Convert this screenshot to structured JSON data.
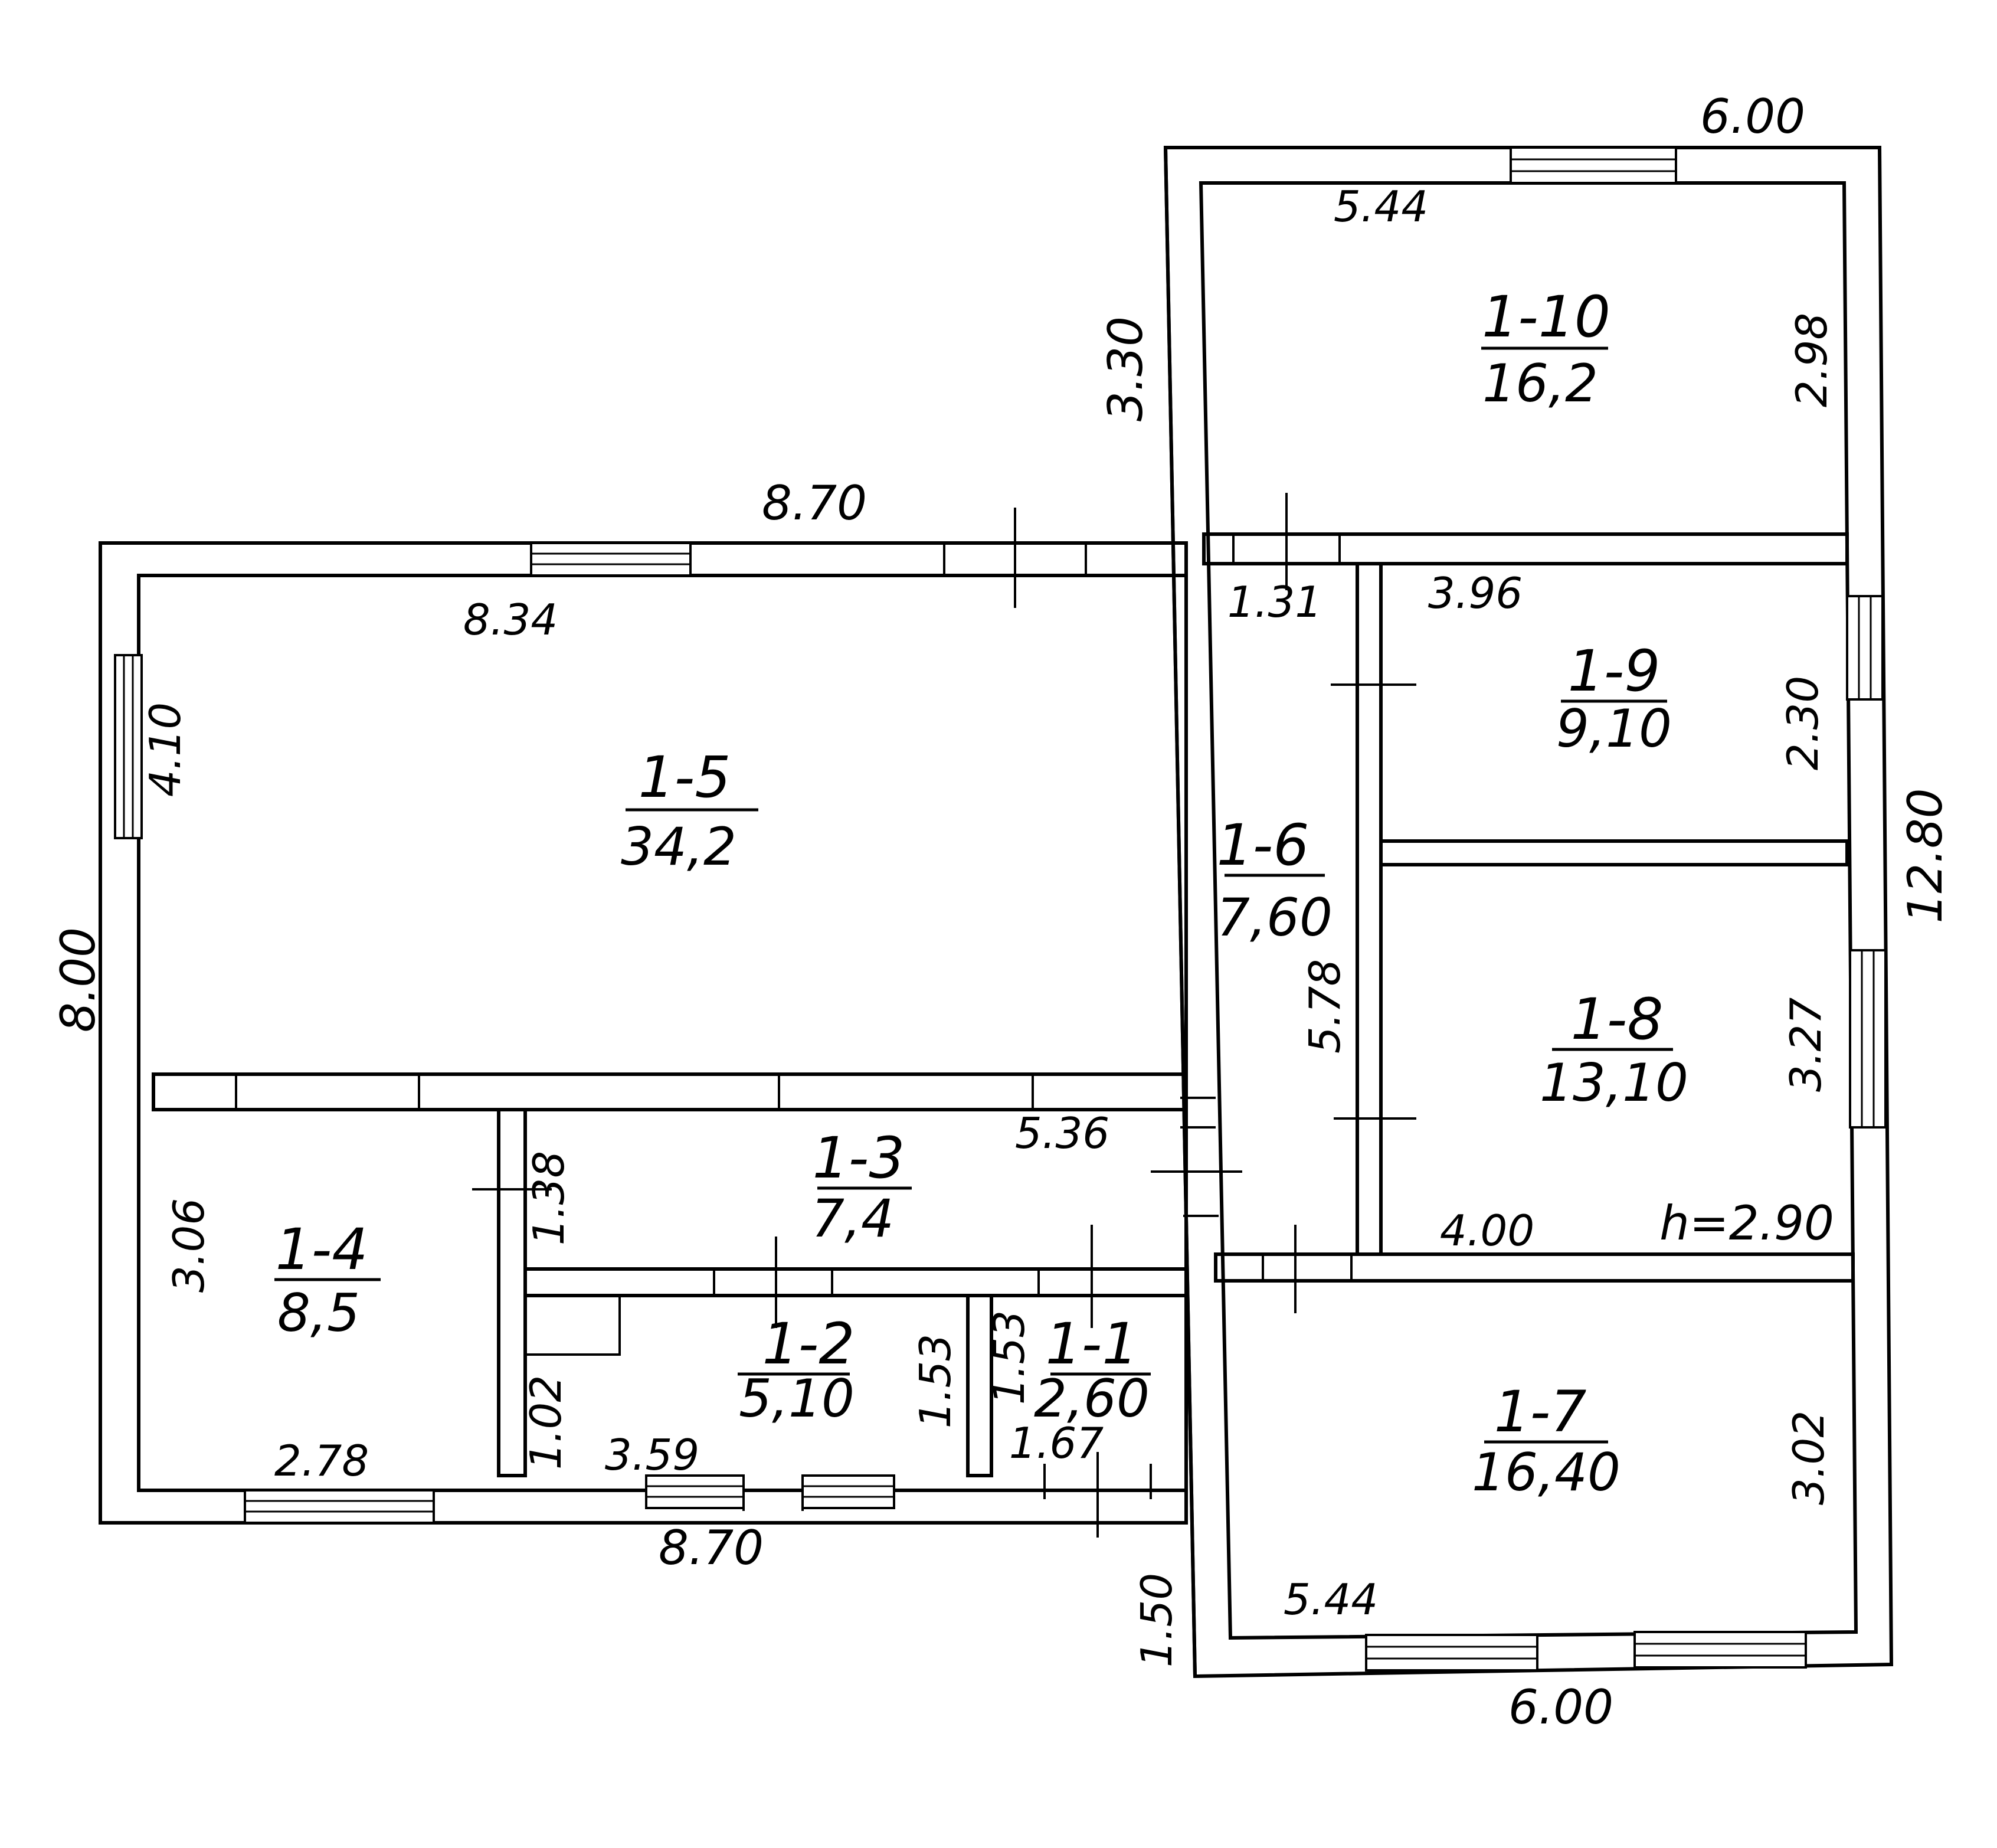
{
  "rooms": [
    {
      "id": "1-1",
      "area": "2,60"
    },
    {
      "id": "1-2",
      "area": "5,10"
    },
    {
      "id": "1-3",
      "area": "7,4"
    },
    {
      "id": "1-4",
      "area": "8,5"
    },
    {
      "id": "1-5",
      "area": "34,2"
    },
    {
      "id": "1-6",
      "area": "7,60"
    },
    {
      "id": "1-7",
      "area": "16,40"
    },
    {
      "id": "1-8",
      "area": "13,10"
    },
    {
      "id": "1-9",
      "area": "9,10"
    },
    {
      "id": "1-10",
      "area": "16,2"
    }
  ],
  "dimensions": {
    "top_left_outer": "8.70",
    "top_left_inner": "8.34",
    "left_outer": "8.00",
    "left_window_side": "4.10",
    "bottom_left_outer": "8.70",
    "room14_width": "2.78",
    "room14_height": "3.06",
    "room13_height": "1.38",
    "room13_length": "5.36",
    "room12_left": "1.02",
    "room12_width": "3.59",
    "room12_height": "1.53",
    "room11_height": "1.53",
    "room11_width": "1.67",
    "right_top_outer": "6.00",
    "room110_width": "5.44",
    "room110_height": "2.98",
    "right_left_upper": "3.30",
    "room16_width": "1.31",
    "room16_height": "5.78",
    "room19_width": "3.96",
    "room19_height": "2.30",
    "right_outer": "12.80",
    "room18_height": "3.27",
    "room18_width": "4.00",
    "ceiling_height": "h=2.90",
    "room17_height": "3.02",
    "room17_width": "5.44",
    "right_bottom_outer": "6.00",
    "right_left_lower": "1.50"
  }
}
